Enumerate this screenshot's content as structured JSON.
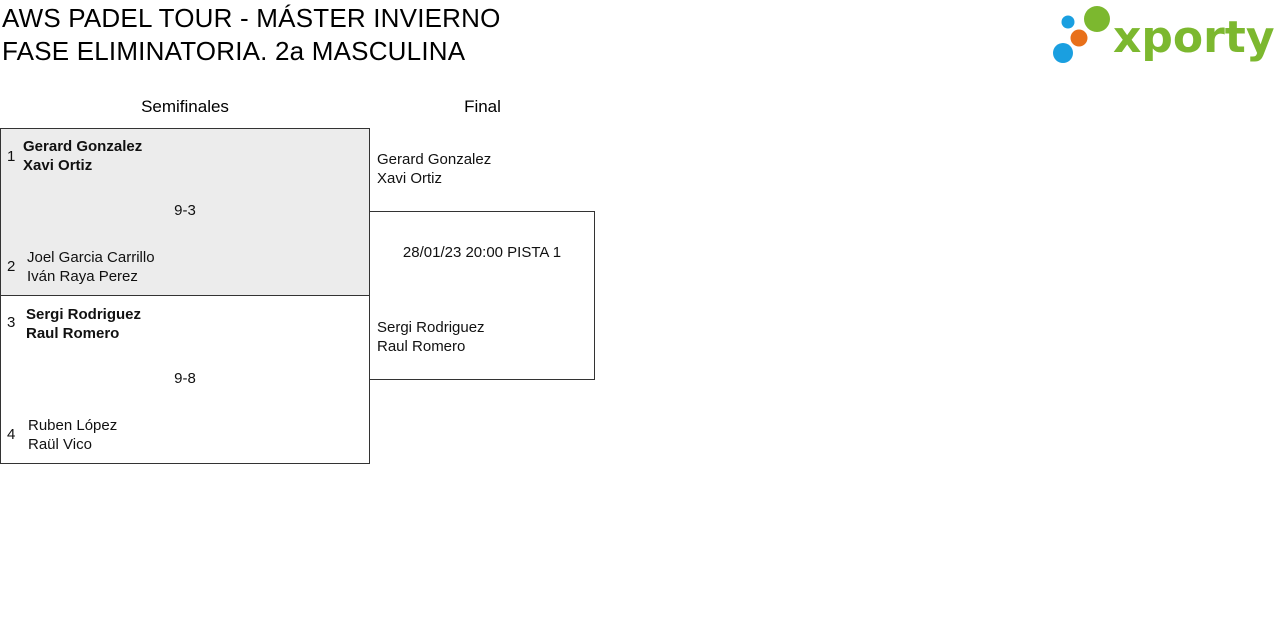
{
  "header": {
    "title_line1": "AWS PADEL TOUR - MÁSTER INVIERNO",
    "title_line2": "FASE ELIMINATORIA. 2a MASCULINA"
  },
  "logo": {
    "text": "xporty",
    "colors": {
      "text": "#7cb82f",
      "dot_blue": "#1a9fe0",
      "dot_orange": "#e8701a",
      "dot_green": "#7cb82f"
    }
  },
  "rounds": {
    "semis": "Semifinales",
    "final": "Final"
  },
  "semifinals": [
    {
      "score": "9-3",
      "winner_highlight": "#ececec",
      "top": {
        "seed": "1",
        "player1": "Gerard Gonzalez",
        "player2": "Xavi Ortiz",
        "winner": true
      },
      "bottom": {
        "seed": "2",
        "player1": "Joel Garcia Carrillo",
        "player2": "Iván Raya Perez",
        "winner": false
      }
    },
    {
      "score": "9-8",
      "top": {
        "seed": "3",
        "player1": "Sergi Rodriguez",
        "player2": "Raul Romero",
        "winner": true
      },
      "bottom": {
        "seed": "4",
        "player1": "Ruben López",
        "player2": "Raül Vico",
        "winner": false
      }
    }
  ],
  "final": {
    "schedule": "28/01/23 20:00 PISTA 1",
    "top": {
      "player1": "Gerard Gonzalez",
      "player2": "Xavi Ortiz"
    },
    "bottom": {
      "player1": "Sergi Rodriguez",
      "player2": "Raul Romero"
    }
  }
}
